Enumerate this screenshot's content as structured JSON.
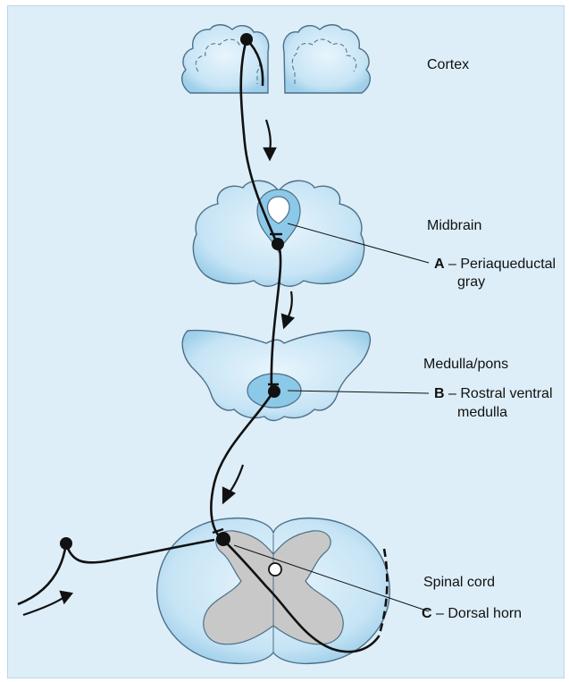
{
  "regions": {
    "cortex": "Cortex",
    "midbrain": "Midbrain",
    "medulla": "Medulla/pons",
    "spinal": "Spinal cord"
  },
  "structures": {
    "a": {
      "letter": "A",
      "sep": " – ",
      "line1": "Periaqueductal",
      "line2": "gray"
    },
    "b": {
      "letter": "B",
      "sep": " – ",
      "line1": "Rostral ventral",
      "line2": "medulla"
    },
    "c": {
      "letter": "C",
      "sep": " – ",
      "line1": "Dorsal horn"
    }
  },
  "colors": {
    "background": "#ddeef8",
    "tissue_fill": "#c5e3f4",
    "tissue_stroke": "#4d6f86",
    "nucleus_fill": "#8cc8e8",
    "gray_matter": "#c8c8c8",
    "pathway": "#111111"
  }
}
